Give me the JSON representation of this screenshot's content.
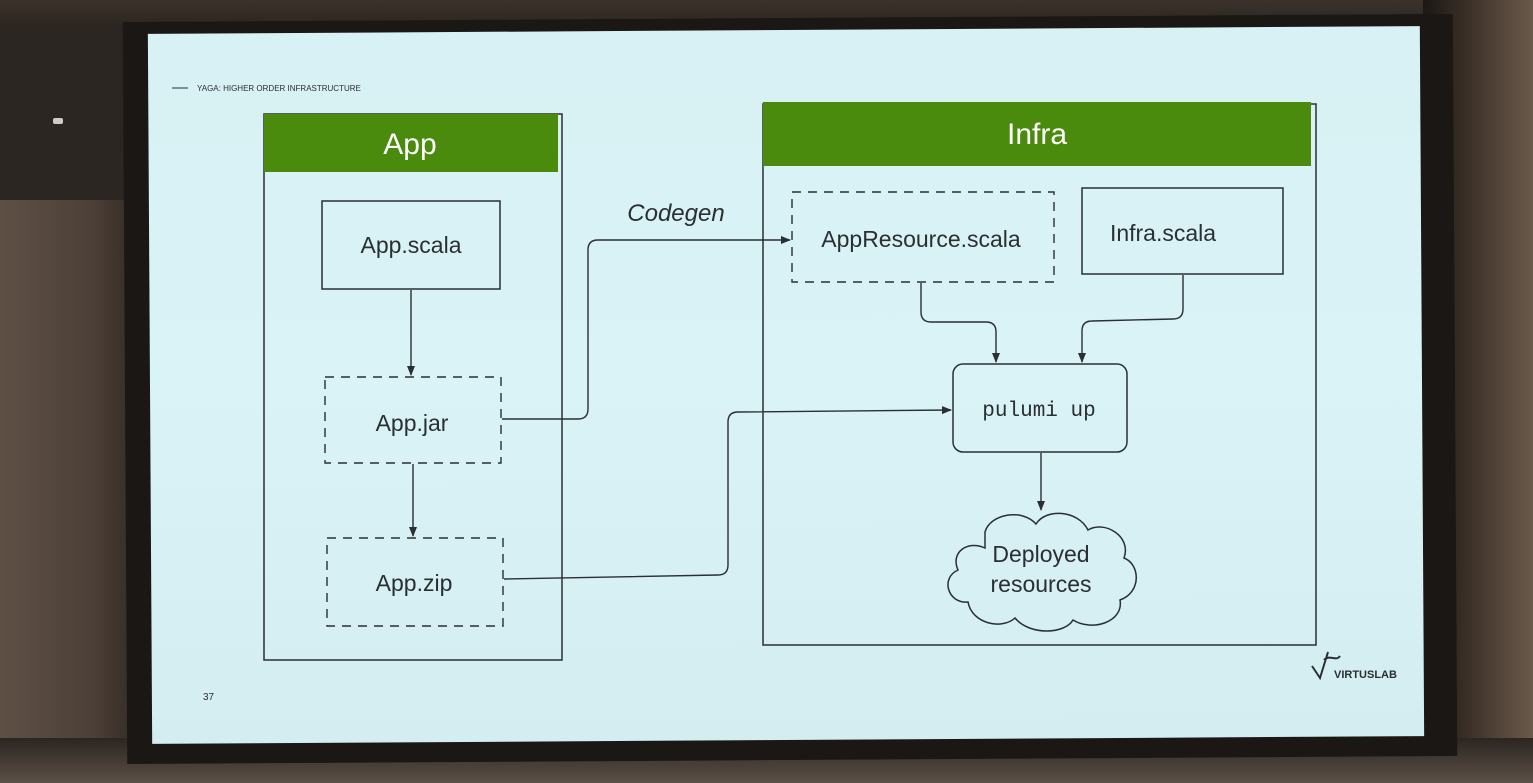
{
  "slide": {
    "header": "YAGA: HIGHER ORDER INFRASTRUCTURE",
    "page_number": "37",
    "logo": "VIRTUSLAB"
  },
  "app_panel": {
    "title": "App",
    "nodes": {
      "scala": "App.scala",
      "jar": "App.jar",
      "zip": "App.zip"
    }
  },
  "infra_panel": {
    "title": "Infra",
    "nodes": {
      "appresource": "AppResource.scala",
      "infra_scala": "Infra.scala",
      "pulumi": "pulumi up",
      "deployed_line1": "Deployed",
      "deployed_line2": "resources"
    }
  },
  "edges": {
    "codegen_label": "Codegen"
  },
  "colors": {
    "panel_header": "#4a8a0c",
    "screen_bg": "#d7f1f4",
    "line": "#2b2f31"
  }
}
